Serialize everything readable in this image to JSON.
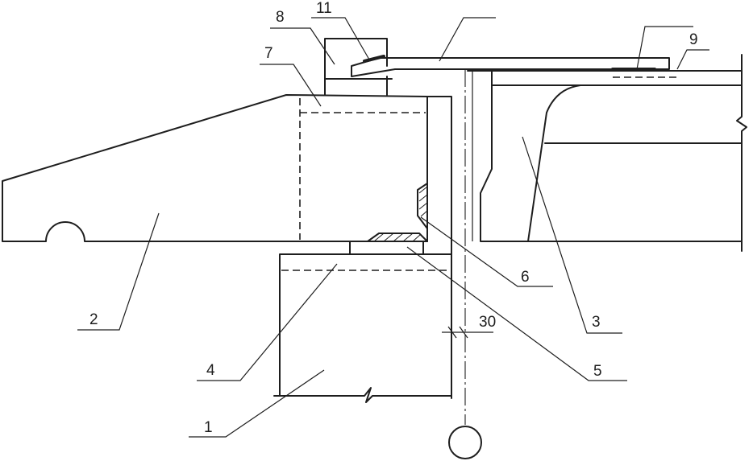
{
  "labels": {
    "n1": "1",
    "n2": "2",
    "n3": "3",
    "n4": "4",
    "n5": "5",
    "n6": "6",
    "n7": "7",
    "n8": "8",
    "n9": "9",
    "n11": "11",
    "gap": "30"
  }
}
